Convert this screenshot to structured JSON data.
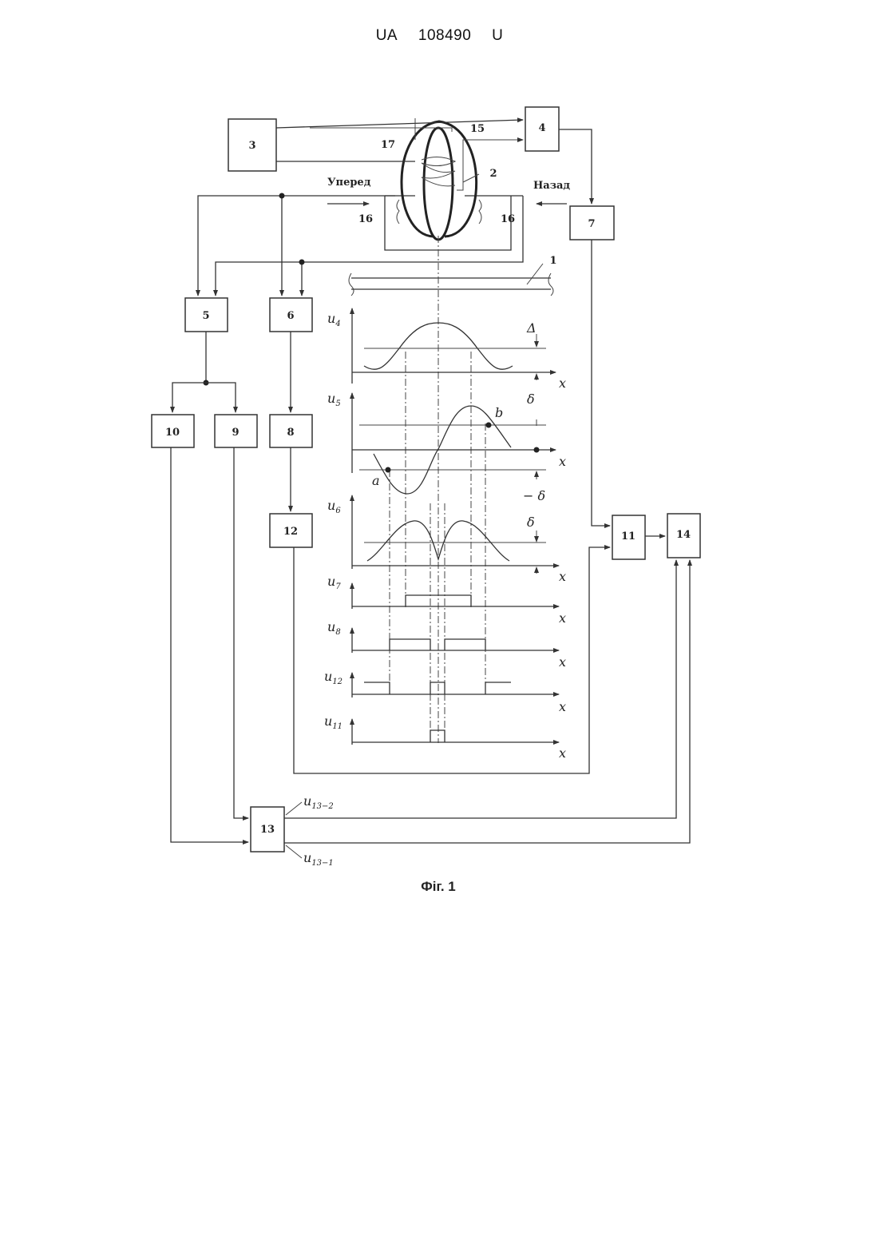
{
  "header": {
    "country": "UA",
    "number": "108490",
    "kind": "U"
  },
  "figure": {
    "caption": "Фіг. 1",
    "blocks": [
      "1",
      "2",
      "3",
      "4",
      "5",
      "6",
      "7",
      "8",
      "9",
      "10",
      "11",
      "12",
      "13",
      "14",
      "15",
      "16",
      "17"
    ],
    "forward_label": "Уперед",
    "backward_label": "Назад",
    "signals": {
      "u4": {
        "base": "u",
        "sub": "4"
      },
      "u5": {
        "base": "u",
        "sub": "5"
      },
      "u6": {
        "base": "u",
        "sub": "6"
      },
      "u7": {
        "base": "u",
        "sub": "7"
      },
      "u8": {
        "base": "u",
        "sub": "8"
      },
      "u12": {
        "base": "u",
        "sub": "12"
      },
      "u11": {
        "base": "u",
        "sub": "11"
      },
      "u13_2": {
        "base": "u",
        "sub": "13−2"
      },
      "u13_1": {
        "base": "u",
        "sub": "13−1"
      }
    },
    "axis_label": "x",
    "delta_upper": "Δ",
    "delta_lower": "δ",
    "minus_delta": "− δ",
    "point_a": "a",
    "point_b": "b"
  }
}
